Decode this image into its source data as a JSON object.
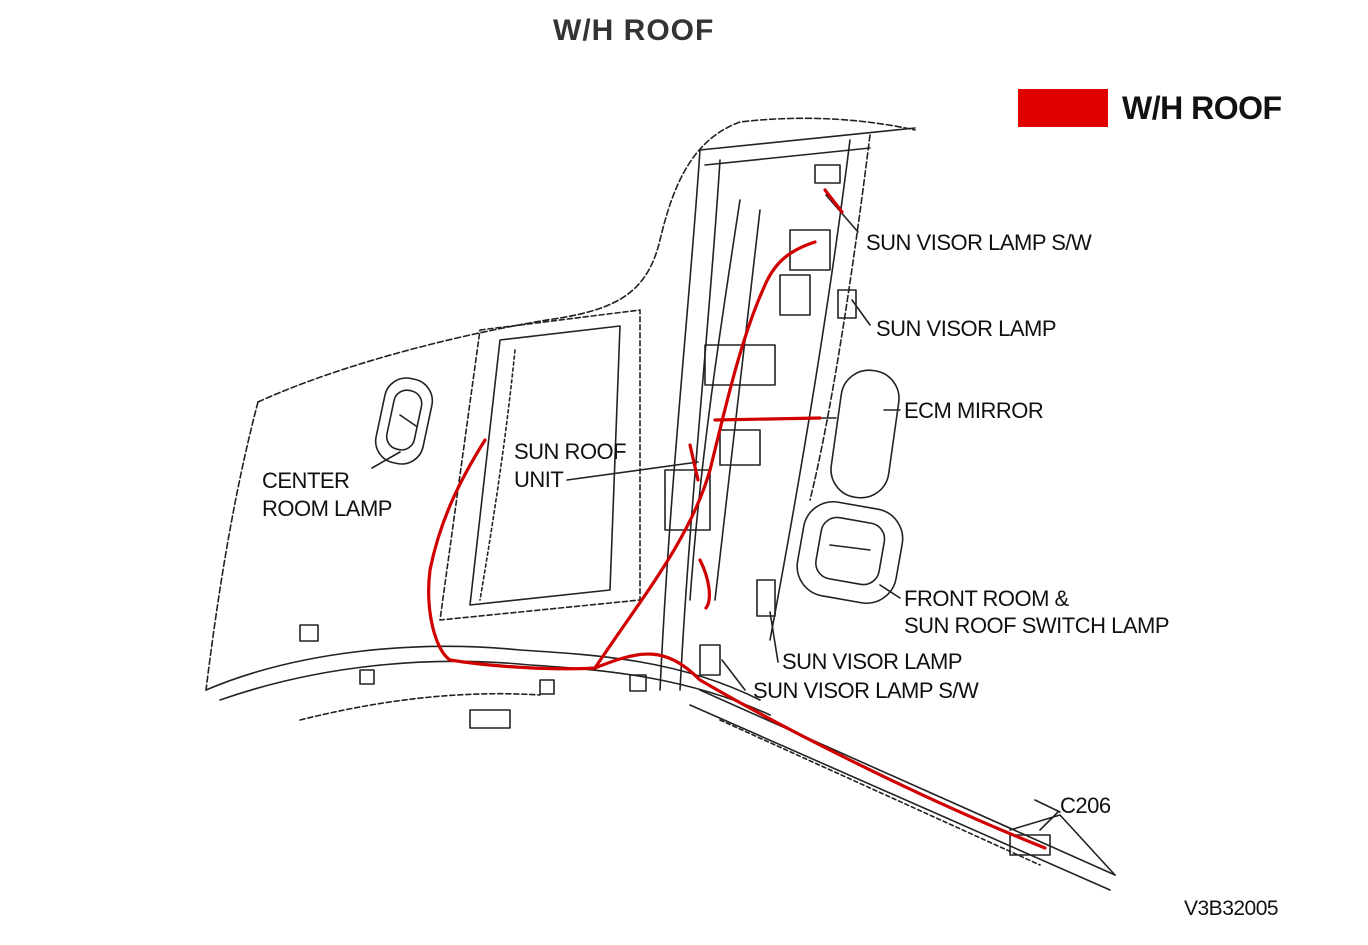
{
  "title": "W/H ROOF",
  "legend": {
    "label": "W/H ROOF",
    "color": "#e00000"
  },
  "harness_color": "#d00000",
  "labels": {
    "sun_visor_lamp_sw_top": "SUN VISOR LAMP S/W",
    "sun_visor_lamp_top": "SUN VISOR LAMP",
    "ecm_mirror": "ECM MIRROR",
    "sun_roof_unit_line1": "SUN ROOF",
    "sun_roof_unit_line2": "UNIT",
    "center_room_lamp_line1": "CENTER",
    "center_room_lamp_line2": "ROOM LAMP",
    "front_room_lamp_line1": "FRONT ROOM &",
    "front_room_lamp_line2": "SUN ROOF SWITCH LAMP",
    "sun_visor_lamp_bottom": "SUN VISOR LAMP",
    "sun_visor_lamp_sw_bottom": "SUN VISOR LAMP S/W",
    "connector": "C206"
  },
  "figure_code": "V3B32005"
}
